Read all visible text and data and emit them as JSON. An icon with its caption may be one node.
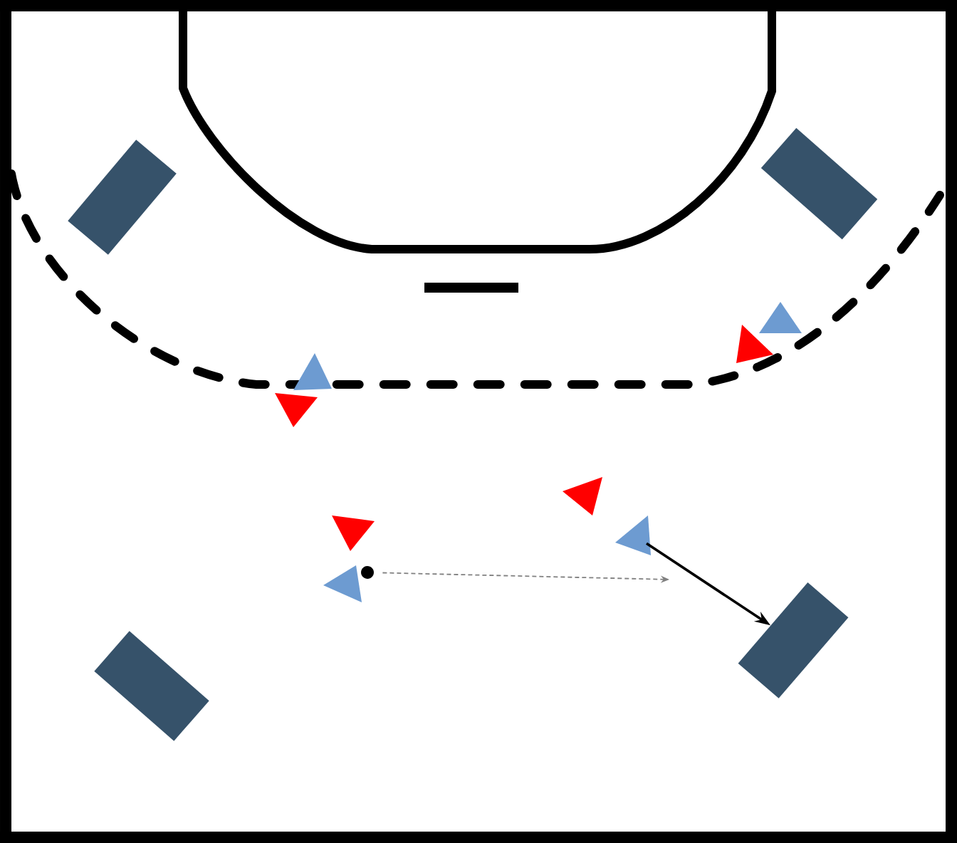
{
  "diagram": {
    "nodes": [
      {
        "text": [],
        "shape": "box"
      },
      {
        "text": [],
        "shape": "box"
      },
      {
        "text": [],
        "shape": "triangle"
      },
      {
        "text": [],
        "shape": "triangle"
      },
      {
        "text": [],
        "shape": "triangle"
      },
      {
        "text": [],
        "shape": "triangle"
      },
      {
        "text": [],
        "shape": "triangle"
      },
      {
        "text": [],
        "shape": "triangle"
      },
      {
        "text": [],
        "shape": "triangle"
      },
      {
        "text": [],
        "shape": "triangle"
      },
      {
        "text": [],
        "shape": "circle"
      },
      {
        "text": [],
        "shape": "box"
      },
      {
        "text": [],
        "shape": "box"
      }
    ],
    "edges": [
      {
        "from": 8,
        "to": 11,
        "arrow": "to"
      },
      {
        "from": 10,
        "to": null,
        "arrow": "to",
        "style": "dashed",
        "color": "#808080"
      }
    ]
  }
}
